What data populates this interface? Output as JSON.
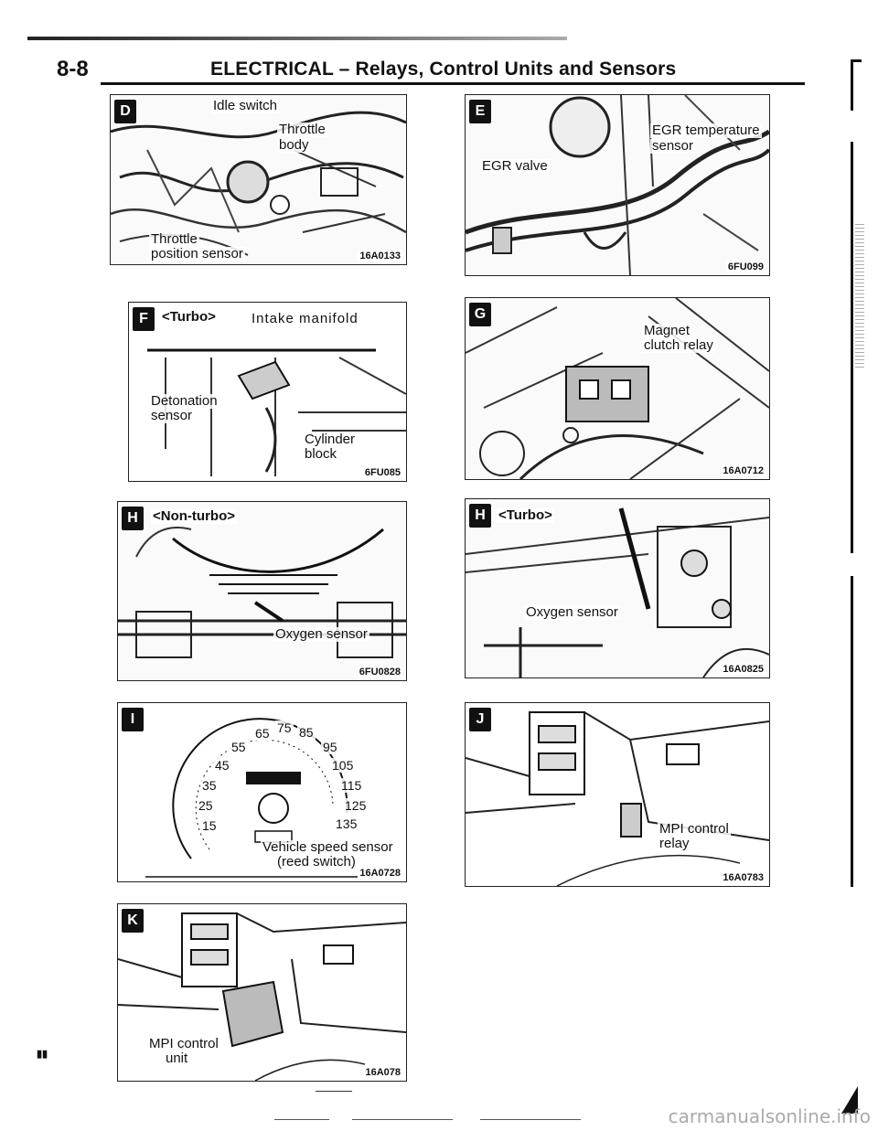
{
  "header": {
    "page_number": "8-8",
    "title": "ELECTRICAL – Relays, Control Units and Sensors"
  },
  "figures": {
    "D": {
      "badge": "D",
      "labels": {
        "idle_switch": "Idle switch",
        "throttle_body_1": "Throttle",
        "throttle_body_2": "body",
        "tps_1": "Throttle",
        "tps_2": "position sensor"
      },
      "code": "16A0133"
    },
    "E": {
      "badge": "E",
      "labels": {
        "egr_temp_1": "EGR temperature",
        "egr_temp_2": "sensor",
        "egr_valve": "EGR valve"
      },
      "code": "6FU099"
    },
    "F": {
      "badge": "F",
      "labels": {
        "variant": "<Turbo>",
        "intake": "Intake manifold",
        "detonation_1": "Detonation",
        "detonation_2": "sensor",
        "cylinder_1": "Cylinder",
        "cylinder_2": "block"
      },
      "code": "6FU085"
    },
    "G": {
      "badge": "G",
      "labels": {
        "magnet_1": "Magnet",
        "magnet_2": "clutch relay"
      },
      "code": "16A0712"
    },
    "H1": {
      "badge": "H",
      "labels": {
        "variant": "<Non-turbo>",
        "oxygen": "Oxygen sensor"
      },
      "code": "6FU0828"
    },
    "H2": {
      "badge": "H",
      "labels": {
        "variant": "<Turbo>",
        "oxygen": "Oxygen sensor"
      },
      "code": "16A0825"
    },
    "I": {
      "badge": "I",
      "labels": {
        "vss_1": "Vehicle speed sensor",
        "vss_2": "(reed switch)"
      },
      "dial_numbers": [
        "65",
        "75",
        "85",
        "55",
        "95",
        "45",
        "105",
        "35",
        "115",
        "25",
        "125",
        "15",
        "135"
      ],
      "code": "16A0728"
    },
    "J": {
      "badge": "J",
      "labels": {
        "mpi_relay_1": "MPI control",
        "mpi_relay_2": "relay"
      },
      "code": "16A0783"
    },
    "K": {
      "badge": "K",
      "labels": {
        "mpi_unit_1": "MPI control",
        "mpi_unit_2": "unit"
      },
      "code": "16A078"
    }
  },
  "footer": {
    "watermark": "carmanualsonline.info"
  },
  "colors": {
    "ink": "#111111",
    "paper": "#ffffff"
  }
}
